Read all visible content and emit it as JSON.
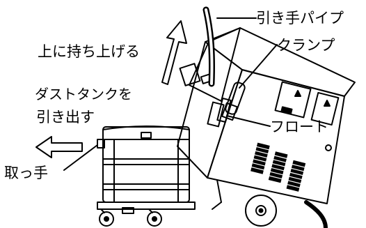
{
  "labels": {
    "handle_pipe": "引き手パイプ",
    "lift_up": "上に持ち上げる",
    "clamp": "クランプ",
    "pull_out_line1": "ダストタンクを",
    "pull_out_line2": "引き出す",
    "float": "フロート",
    "grip": "取っ手"
  },
  "icons": {
    "up_arrow": "up-arrow-icon",
    "left_arrow": "left-arrow-icon"
  },
  "colors": {
    "line": "#000000",
    "background": "#ffffff"
  }
}
